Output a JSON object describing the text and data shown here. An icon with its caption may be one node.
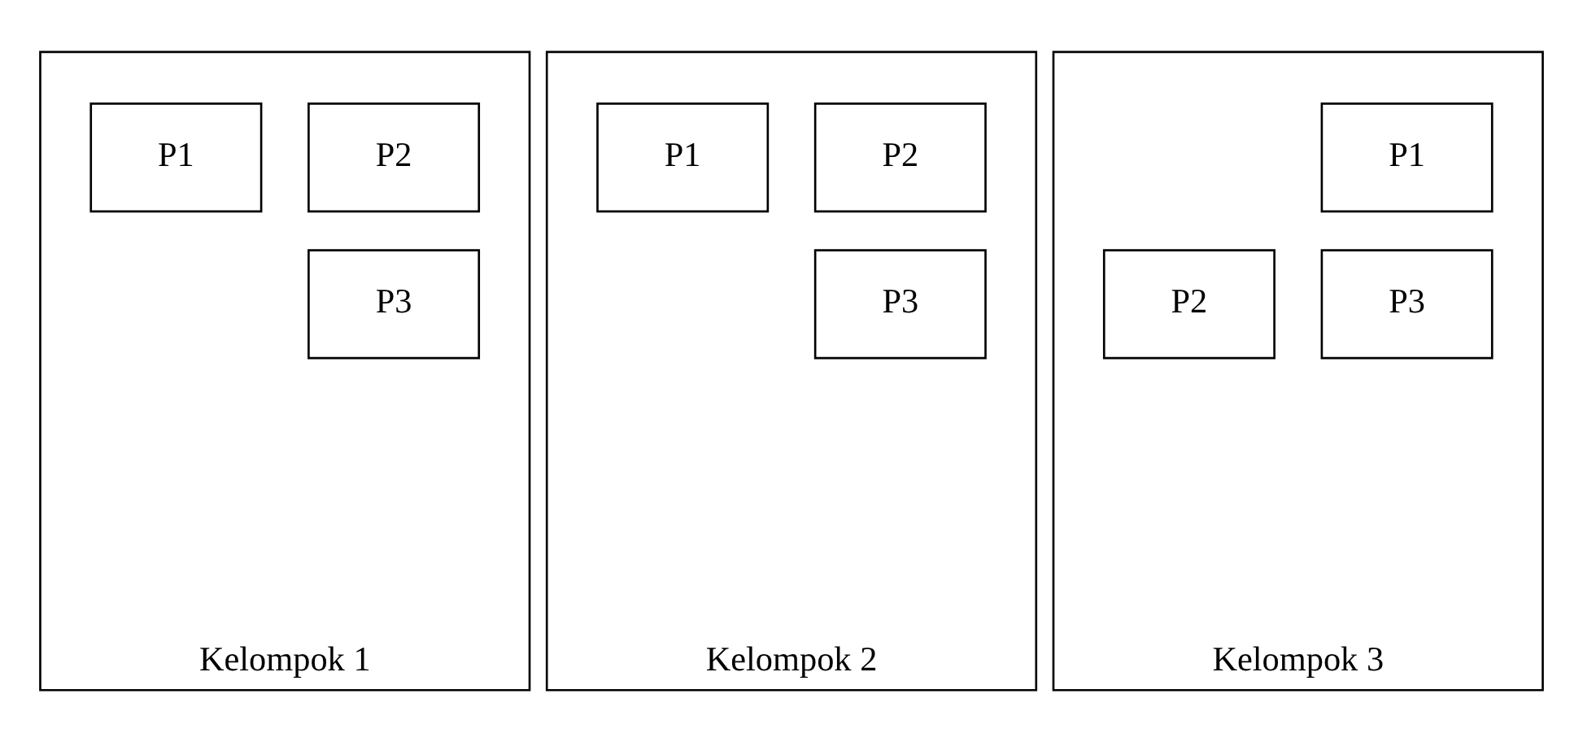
{
  "diagram": {
    "nodes": [
      {
        "text": [
          "Kelompok 1"
        ]
      },
      {
        "text": [
          "P2"
        ],
        "in": 0
      },
      {
        "text": [
          "P1"
        ],
        "in": 0
      },
      {
        "text": [
          "P3"
        ],
        "in": 0
      },
      {
        "text": [
          "Kelompok 2"
        ]
      },
      {
        "text": [
          "P2"
        ],
        "in": 4
      },
      {
        "text": [
          "P1"
        ],
        "in": 4
      },
      {
        "text": [
          "P3"
        ],
        "in": 4
      },
      {
        "text": [
          "Kelompok 3"
        ]
      },
      {
        "text": [
          "P1"
        ],
        "in": 8
      },
      {
        "text": [
          "P2"
        ],
        "in": 8
      },
      {
        "text": [
          "P3"
        ],
        "in": 8
      }
    ],
    "edges": []
  }
}
